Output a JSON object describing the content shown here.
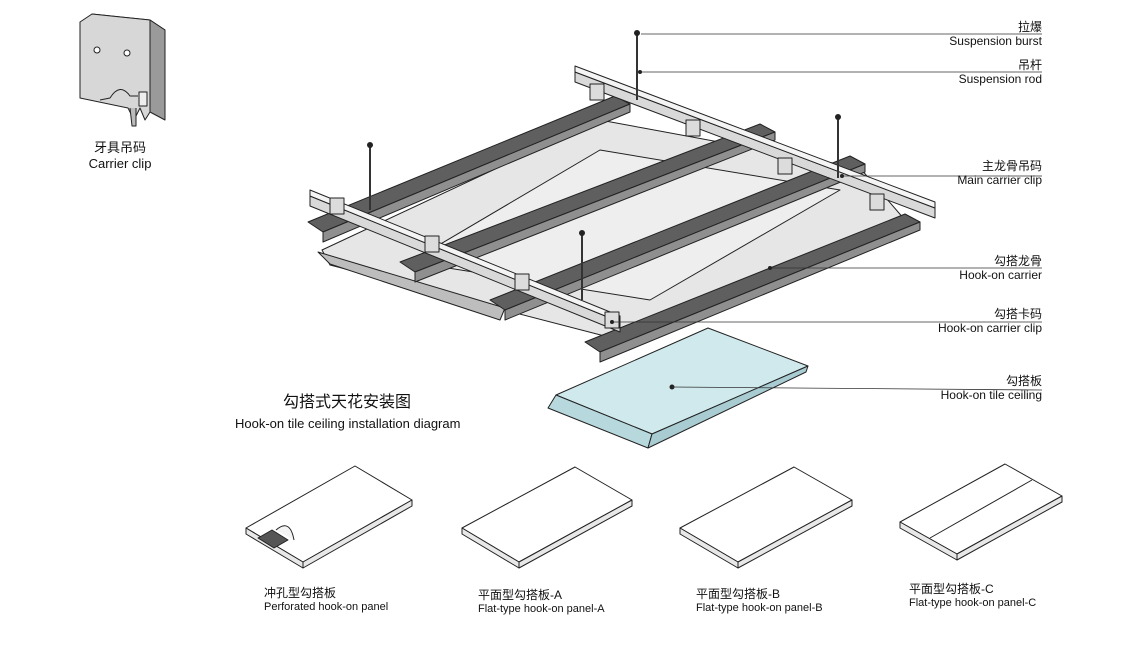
{
  "colors": {
    "line": "#222222",
    "steel_dark": "#5f5f5f",
    "steel_mid": "#9a9a9a",
    "steel_light": "#d9d9d9",
    "panel_fill": "#ebebeb",
    "tile_highlight": "#cfe9ec"
  },
  "carrier_clip": {
    "cn": "牙具吊码",
    "en": "Carrier clip"
  },
  "callouts": [
    {
      "cn": "拉爆",
      "en": "Suspension burst"
    },
    {
      "cn": "吊杆",
      "en": "Suspension rod"
    },
    {
      "cn": "主龙骨吊码",
      "en": "Main carrier clip"
    },
    {
      "cn": "勾搭龙骨",
      "en": "Hook-on carrier"
    },
    {
      "cn": "勾搭卡码",
      "en": "Hook-on carrier clip"
    },
    {
      "cn": "勾搭板",
      "en": "Hook-on tile ceiling"
    }
  ],
  "diagram_title": {
    "cn": "勾搭式天花安装图",
    "en": "Hook-on tile ceiling installation diagram"
  },
  "panels": [
    {
      "cn": "冲孔型勾搭板",
      "en": "Perforated hook-on panel"
    },
    {
      "cn": "平面型勾搭板-A",
      "en": "Flat-type hook-on panel-A"
    },
    {
      "cn": "平面型勾搭板-B",
      "en": "Flat-type hook-on panel-B"
    },
    {
      "cn": "平面型勾搭板-C",
      "en": "Flat-type hook-on panel-C"
    }
  ]
}
